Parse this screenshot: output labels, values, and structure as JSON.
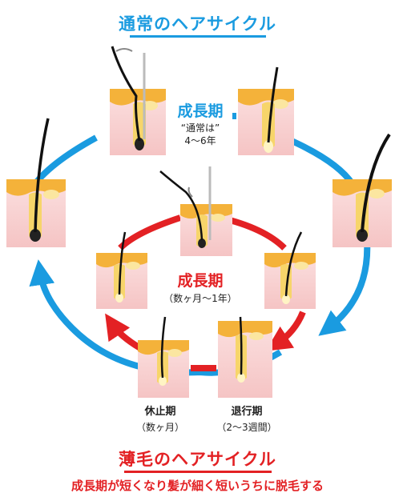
{
  "title_normal": "通常のヘアサイクル",
  "outer_cycle": {
    "growth_label": "成長期",
    "growth_note_1": "“通常は”",
    "growth_note_2": "4〜6年"
  },
  "inner_cycle": {
    "growth_label": "成長期",
    "growth_note": "（数ヶ月〜1年）"
  },
  "rest_phase": {
    "label": "休止期",
    "note": "（数ヶ月）"
  },
  "catagen_phase": {
    "label": "退行期",
    "note": "（2〜3週間）"
  },
  "title_thin": "薄毛のヘアサイクル",
  "subtitle": "成長期が短くなり髪が細く短いうちに脱毛する",
  "colors": {
    "outer_arrow": "#1a9be0",
    "inner_arrow": "#e32124",
    "skin": "#f7c9c9",
    "scalp": "#f4b23a",
    "hair": "#111111"
  }
}
